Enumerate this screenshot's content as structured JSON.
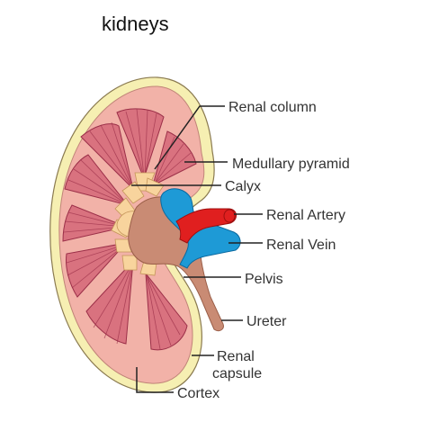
{
  "title": "kidneys",
  "labels": {
    "renal_column": "Renal column",
    "medullary_pyramid": "Medullary pyramid",
    "calyx": "Calyx",
    "renal_artery": "Renal Artery",
    "renal_vein": "Renal Vein",
    "pelvis": "Pelvis",
    "ureter": "Ureter",
    "renal_capsule_1": "Renal",
    "renal_capsule_2": "capsule",
    "cortex": "Cortex"
  },
  "colors": {
    "capsule": "#f6efb2",
    "cortex": "#f2b2a8",
    "pyramid": "#d9727f",
    "pyramid_lines": "#9b2f48",
    "column_tip": "#f8d49d",
    "pelvis": "#c98b74",
    "artery": "#e01f1f",
    "vein": "#1e9ad6",
    "outline": "#9a7060"
  }
}
